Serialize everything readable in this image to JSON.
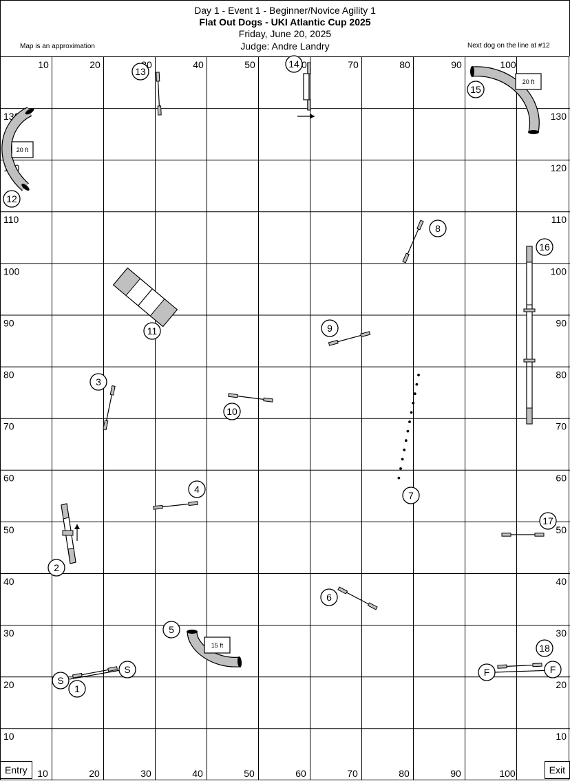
{
  "header": {
    "event": "Day 1 - Event 1 - Beginner/Novice Agility 1",
    "trial_name": "Flat Out Dogs - UKI Atlantic Cup 2025",
    "date": "Friday, June 20, 2025",
    "judge": "Judge: Andre Landry"
  },
  "notes": {
    "approximation": "Map is an approximation",
    "next_dog": "Next dog on the line at #12"
  },
  "buttons": {
    "entry": "Entry",
    "exit": "Exit"
  },
  "axis": {
    "top_labels": [
      "10",
      "20",
      "30",
      "40",
      "50",
      "60",
      "70",
      "80",
      "90",
      "100"
    ],
    "bottom_labels": [
      "10",
      "20",
      "30",
      "40",
      "50",
      "60",
      "70",
      "80",
      "90",
      "100"
    ],
    "side_labels": [
      "130",
      "120",
      "110",
      "100",
      "90",
      "80",
      "70",
      "60",
      "50",
      "40",
      "30",
      "20",
      "10"
    ]
  },
  "tunnel_lengths": {
    "tunnel_5": "15 ft",
    "tunnel_12": "20 ft",
    "tunnel_15": "20 ft"
  },
  "obstacle_numbers": [
    "S",
    "S",
    "1",
    "2",
    "3",
    "4",
    "5",
    "6",
    "7",
    "8",
    "9",
    "10",
    "11",
    "12",
    "13",
    "14",
    "15",
    "16",
    "17",
    "18",
    "F",
    "F"
  ],
  "colors": {
    "line": "#000000",
    "obstacle_fill": "#c0c0c0",
    "background": "#ffffff"
  }
}
